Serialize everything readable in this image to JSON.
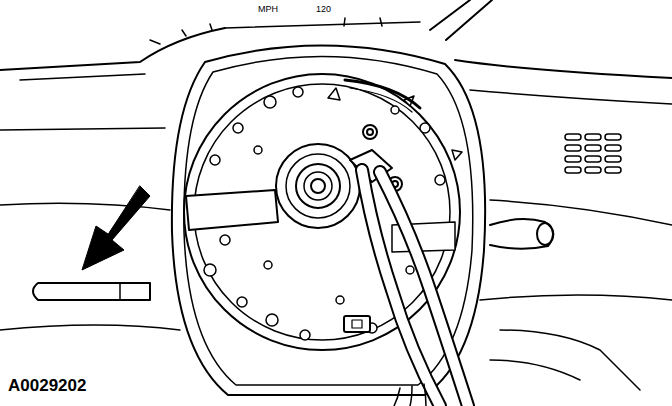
{
  "diagram": {
    "labels": [
      "MPH",
      "120",
      "A0029202"
    ]
  }
}
